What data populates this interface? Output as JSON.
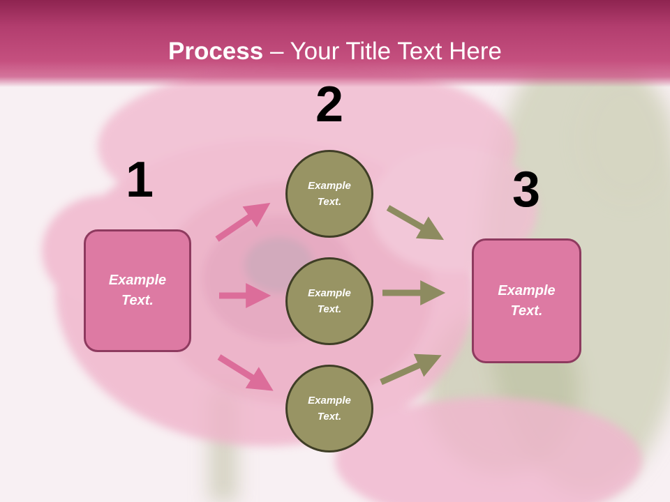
{
  "title": {
    "bold": "Process",
    "rest": " – Your Title Text Here"
  },
  "steps": {
    "one": "1",
    "two": "2",
    "three": "3"
  },
  "left_box": {
    "text": "Example Text."
  },
  "right_box": {
    "text": "Example Text."
  },
  "circles": [
    {
      "text": "Example Text."
    },
    {
      "text": "Example Text."
    },
    {
      "text": "Example Text."
    }
  ],
  "colors": {
    "title_bar": "#b23d6e",
    "box_fill": "#dd7aa3",
    "box_border": "#8e3a5f",
    "circle_fill": "#989464",
    "circle_border": "#3f3e26",
    "arrow_pink": "#dc6d9a",
    "arrow_olive": "#8d8b60"
  }
}
